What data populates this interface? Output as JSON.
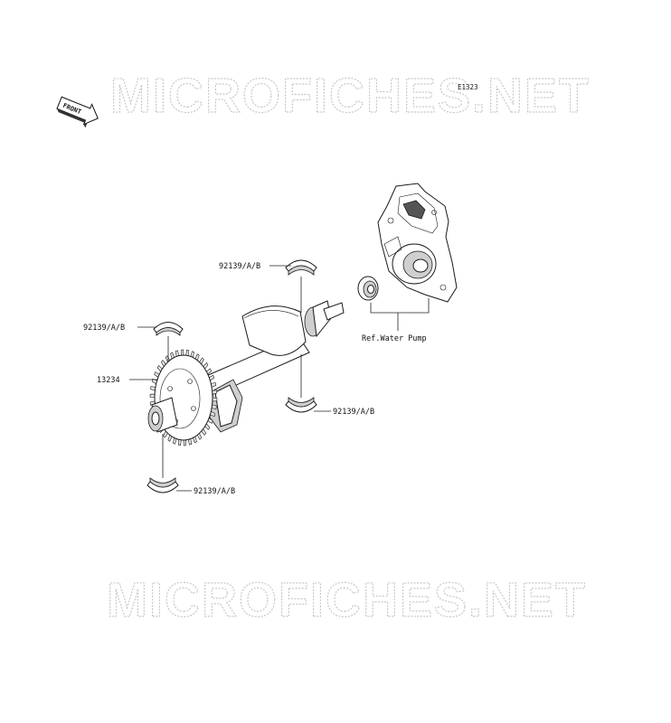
{
  "diagram_code": "E1323",
  "front_marker": "FRONT",
  "watermark": "MICROFICHES.NET",
  "callouts": {
    "bearing_top": "92139/A/B",
    "bearing_left": "92139/A/B",
    "gear": "13234",
    "bearing_mid": "92139/A/B",
    "bearing_bottom": "92139/A/B",
    "water_pump_ref": "Ref.Water Pump"
  }
}
